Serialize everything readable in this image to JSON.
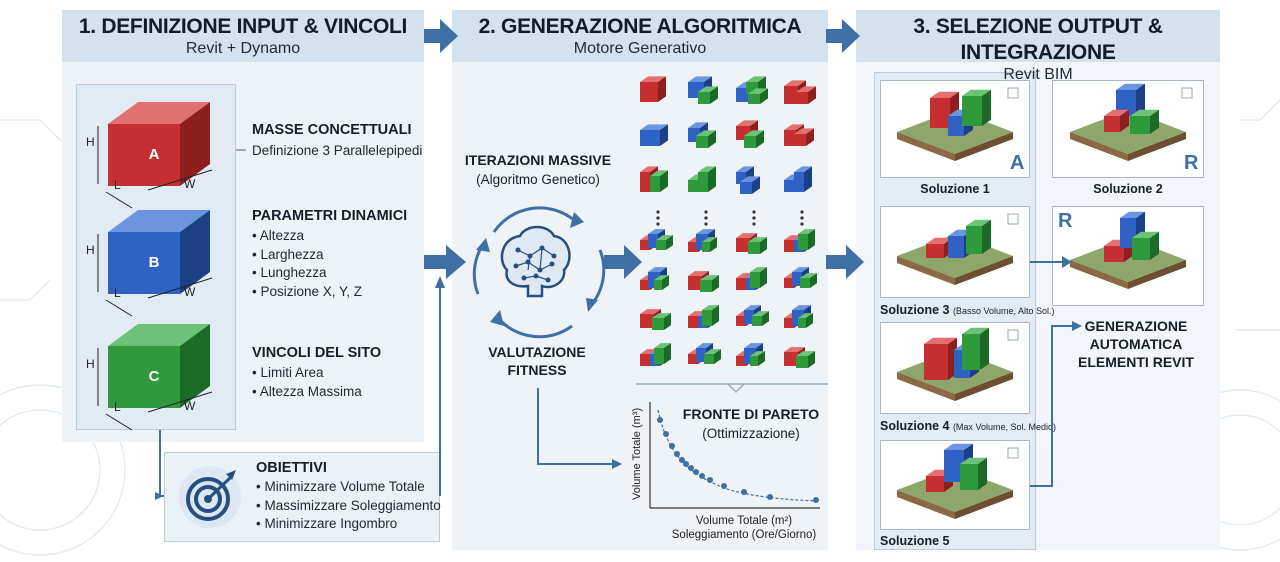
{
  "stage1": {
    "title": "1. DEFINIZIONE INPUT & VINCOLI",
    "subtitle": "Revit + Dynamo",
    "masses": [
      {
        "letter": "A",
        "color": "#c62f2f",
        "h": "H",
        "l": "L",
        "w": "W"
      },
      {
        "letter": "B",
        "color": "#2f62c4",
        "h": "H",
        "l": "L",
        "w": "W"
      },
      {
        "letter": "C",
        "color": "#2f9a3c",
        "h": "H",
        "l": "L",
        "w": "W"
      }
    ],
    "masse_title": "MASSE CONCETTUALI",
    "masse_desc": "Definizione 3 Parallelepipedi",
    "param_title": "PARAMETRI DINAMICI",
    "param_items": [
      "Altezza",
      "Larghezza",
      "Lunghezza",
      "Posizione X, Y, Z"
    ],
    "vincoli_title": "VINCOLI DEL SITO",
    "vincoli_items": [
      "Limiti Area",
      "Altezza Massima"
    ],
    "obiettivi_title": "OBIETTIVI",
    "obiettivi_items": [
      "Minimizzare Volume Totale",
      "Massimizzare Soleggiamento",
      "Minimizzare Ingombro"
    ],
    "icons": {
      "target": "target-icon"
    }
  },
  "stage2": {
    "title": "2. GENERAZIONE ALGORITMICA",
    "subtitle": "Motore Generativo",
    "iter_title": "ITERAZIONI MASSIVE",
    "iter_sub": "(Algoritmo Genetico)",
    "fitness_title_1": "VALUTAZIONE",
    "fitness_title_2": "FITNESS",
    "pareto_title": "FRONTE DI PARETO",
    "pareto_sub": "(Ottimizzazione)",
    "pareto_xlabel_1": "Volume Totale (m²)",
    "pareto_xlabel_2": "Soleggiamento (Ore/Giorno)",
    "pareto_ylabel": "Volume Totale (m³)",
    "icons": {
      "brain": "brain-icon"
    }
  },
  "stage3": {
    "title": "3. SELEZIONE OUTPUT & INTEGRAZIONE",
    "subtitle": "Revit BIM",
    "sol1": "Soluzione 1",
    "sol2": "Soluzione 2",
    "sol3": "Soluzione 3",
    "sol3_note": "(Basso Volume, Alto Sol.)",
    "sol4": "Soluzione 4",
    "sol4_note": "(Max Volume, Sol. Medio)",
    "sol5": "Soluzione 5",
    "badge_a": "A",
    "badge_r": "R",
    "gen_1": "GENERAZIONE",
    "gen_2": "AUTOMATICA",
    "gen_3": "ELEMENTI REVIT"
  },
  "colors": {
    "red": "#c62f2f",
    "blue": "#2f62c4",
    "green": "#2f9a3c",
    "arrow": "#3f6fa4",
    "header": "#d4e2ee"
  }
}
